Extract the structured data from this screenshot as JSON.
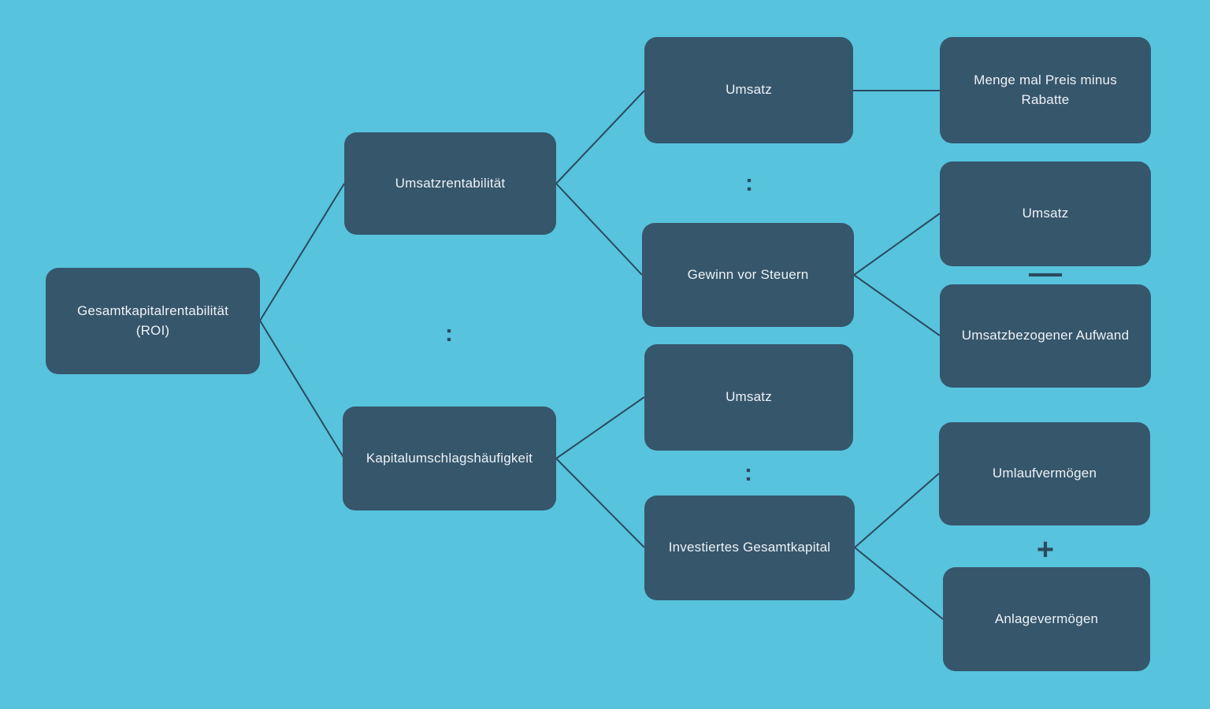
{
  "diagram": {
    "type": "tree",
    "description": "ROI decomposition tree (DuPont scheme), German labels",
    "colors": {
      "background": "#57C3DD",
      "node_fill": "#36566C",
      "node_text": "#EDF2F5",
      "connector_line": "#2B4A5E",
      "operator": "#2B4A5E"
    },
    "nodes": {
      "roi": {
        "label": "Gesamtkapitalrentabilität (ROI)"
      },
      "umsatzrentabilitaet": {
        "label": "Umsatzrentabilität"
      },
      "kapitalumschlagshaeufigkeit": {
        "label": "Kapitalumschlagshäufigkeit"
      },
      "umsatz_top": {
        "label": "Umsatz"
      },
      "menge_mal_preis_minus_rabatte": {
        "label": "Menge mal Preis minus Rabatte"
      },
      "gewinn_vor_steuern": {
        "label": "Gewinn vor Steuern"
      },
      "umsatz_right": {
        "label": "Umsatz"
      },
      "umsatzbezogener_aufwand": {
        "label": "Umsatzbezogener Aufwand"
      },
      "umsatz_mid": {
        "label": "Umsatz"
      },
      "investiertes_gesamtkapital": {
        "label": "Investiertes Gesamtkapital"
      },
      "umlaufvermoegen": {
        "label": "Umlaufvermögen"
      },
      "anlagevermoegen": {
        "label": "Anlagevermögen"
      }
    },
    "operators": {
      "divide_root_children": ":",
      "divide_umsatz_gewinn": ":",
      "divide_umsatz_kapital": ":",
      "minus_umsatz_aufwand": "—",
      "plus_umlauf_anlage": "+"
    }
  }
}
